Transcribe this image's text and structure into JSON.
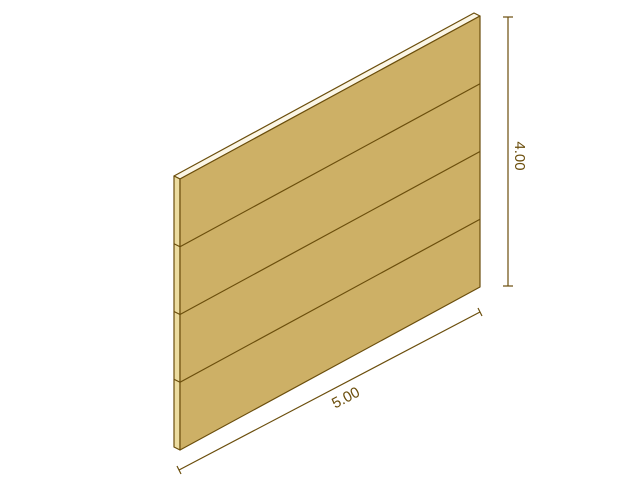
{
  "dimensions": {
    "width_label": "5.00",
    "height_label": "4.00"
  },
  "panel": {
    "plank_count": 4
  },
  "colors": {
    "face": "#cdb066",
    "edge": "#ecdca0",
    "top_edge": "#fbf6e6",
    "outline": "#6b4e0c",
    "dimension_line": "#6b4e0c"
  }
}
